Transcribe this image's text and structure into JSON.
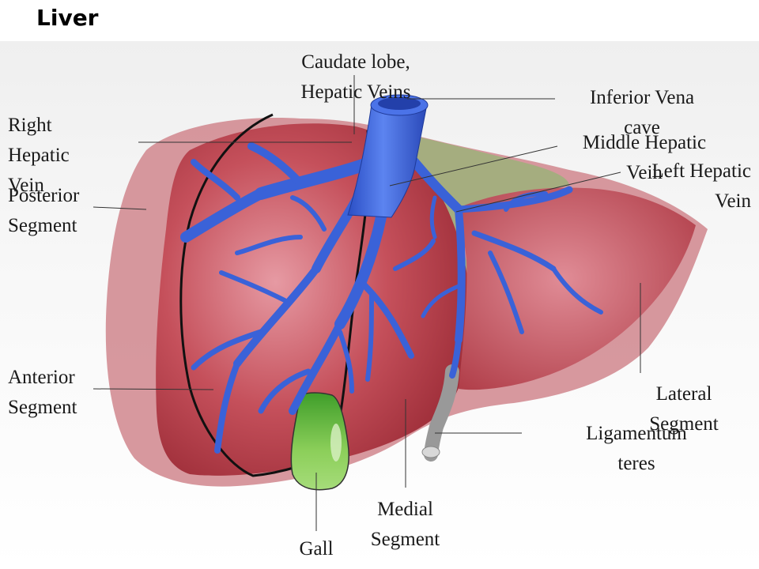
{
  "slide": {
    "title": "Liver"
  },
  "labels": {
    "caudate": "Caudate lobe,\nHepatic Veins",
    "ivc": "Inferior Vena\ncave",
    "right_hepatic": "Right\nHepatic\nVein",
    "middle_hepatic": "Middle Hepatic\nVein",
    "left_hepatic": "Left Hepatic\nVein",
    "posterior": "Posterior\nSegment",
    "anterior": "Anterior\nSegment",
    "lateral": "Lateral\nSegment",
    "ligamentum": "Ligamentum\nteres",
    "medial": "Medial\nSegment",
    "gall": "Gall"
  },
  "colors": {
    "liver_outer": "#c97a80",
    "liver_body": "#c4444f",
    "veins": "#3a62d8",
    "gallbladder": "#7fc44a",
    "ligament": "#b8b8b8"
  }
}
